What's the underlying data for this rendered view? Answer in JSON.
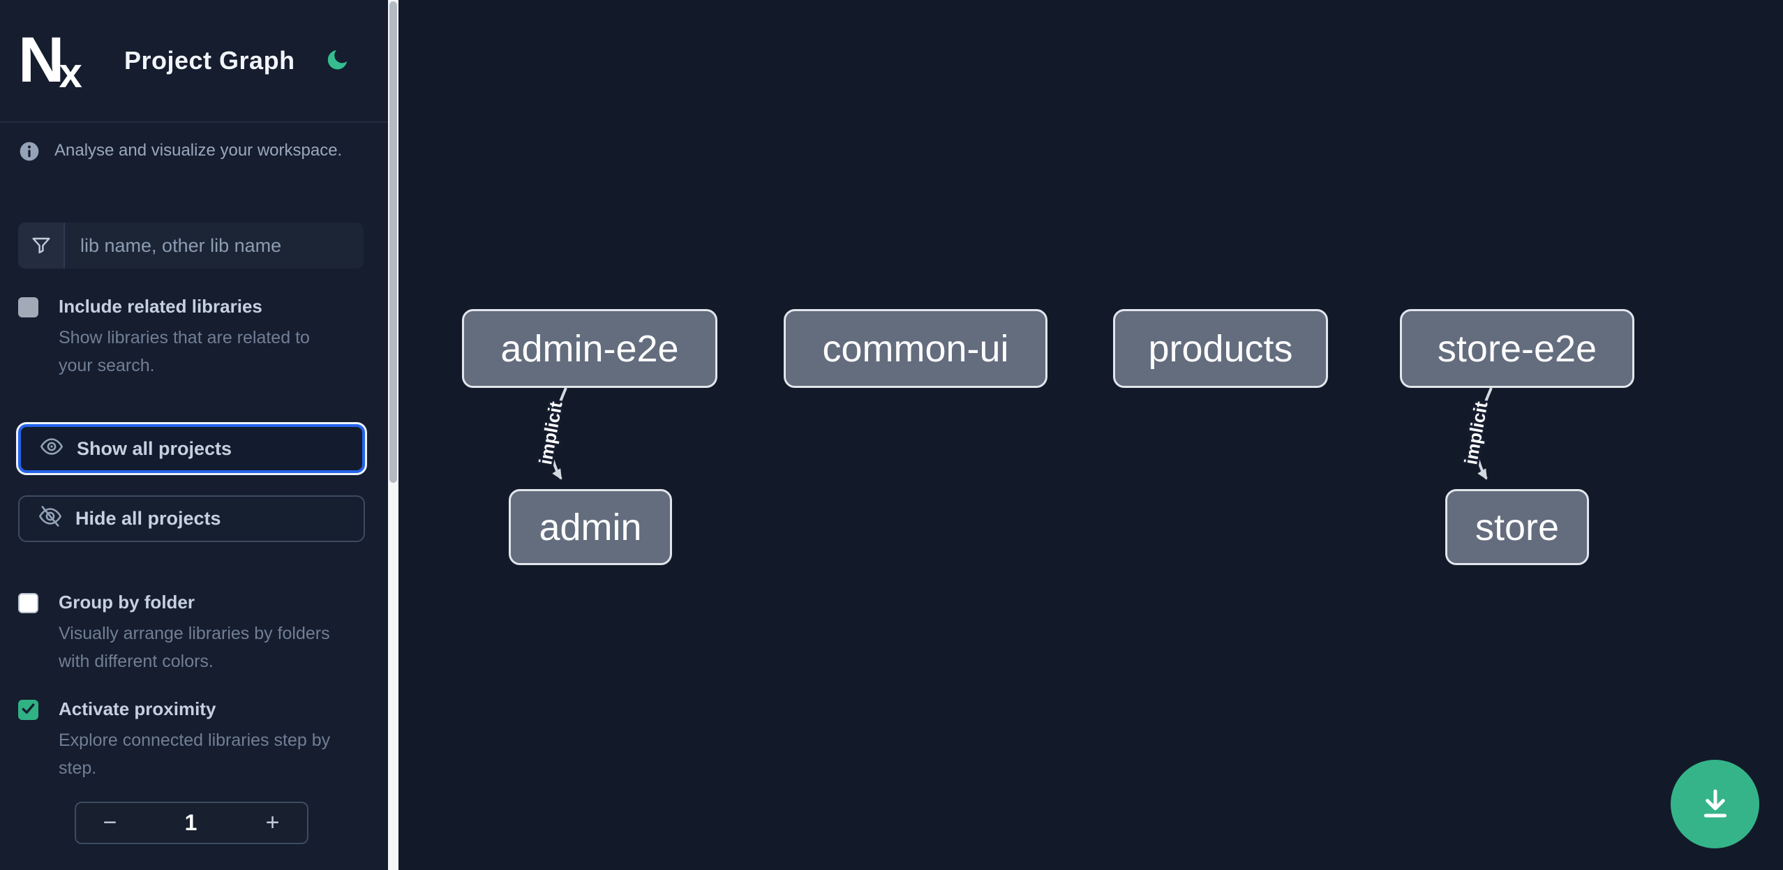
{
  "header": {
    "title": "Project Graph",
    "logo": {
      "n": "N",
      "x": "x"
    },
    "theme_toggle_icon": "moon-icon"
  },
  "sidebar": {
    "tagline": "Analyse and visualize your workspace.",
    "filter": {
      "icon": "funnel-icon",
      "placeholder": "lib name, other lib name",
      "value": ""
    },
    "include_related": {
      "label": "Include related libraries",
      "description": "Show libraries that are related to your search.",
      "checked": false
    },
    "show_all": {
      "label": "Show all projects",
      "icon": "eye-icon",
      "focused": true
    },
    "hide_all": {
      "label": "Hide all projects",
      "icon": "eye-off-icon"
    },
    "group_by_folder": {
      "label": "Group by folder",
      "description": "Visually arrange libraries by folders with different colors.",
      "checked": false
    },
    "proximity": {
      "label": "Activate proximity",
      "description": "Explore connected libraries step by step.",
      "checked": true,
      "value": "1",
      "decrement": "−",
      "increment": "+"
    }
  },
  "graph": {
    "nodes": [
      {
        "id": "admin-e2e",
        "label": "admin-e2e"
      },
      {
        "id": "common-ui",
        "label": "common-ui"
      },
      {
        "id": "products",
        "label": "products"
      },
      {
        "id": "store-e2e",
        "label": "store-e2e"
      },
      {
        "id": "admin",
        "label": "admin"
      },
      {
        "id": "store",
        "label": "store"
      }
    ],
    "edges": [
      {
        "from": "admin-e2e",
        "to": "admin",
        "label": "implicit"
      },
      {
        "from": "store-e2e",
        "to": "store",
        "label": "implicit"
      }
    ]
  },
  "fab": {
    "icon": "download-icon"
  },
  "colors": {
    "sidebar_bg": "#151d2e",
    "canvas_bg": "#121a29",
    "focus_ring_blue": "#2563eb",
    "emerald_accent": "#35b489",
    "checkbox_checked_green": "#30b285",
    "node_fill": "#646d7e",
    "node_border": "#e2e6ec",
    "edge_gray": "#d4d9e0"
  }
}
